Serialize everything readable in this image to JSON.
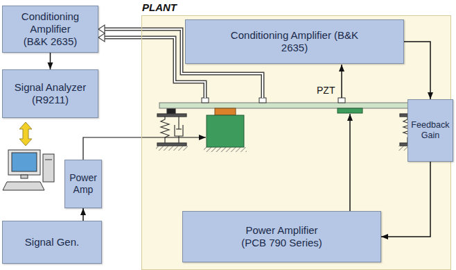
{
  "diagram": {
    "nodes": [
      {
        "text": [
          "Conditioning Amplifier (B&K 2635)"
        ]
      },
      {
        "text": [
          "PLANT"
        ]
      },
      {
        "text": [
          "Conditioning Amplifier (B&K 2635)"
        ],
        "in": 1
      },
      {
        "text": [
          "Signal Analyzer (R9211)"
        ]
      },
      {
        "text": [
          "Feedback Gain"
        ]
      },
      {
        "text": [
          "Power Amp"
        ]
      },
      {
        "text": [
          "Power Amplifier (PCB 790 Series)"
        ],
        "in": 1
      },
      {
        "text": [
          "Signal Gen."
        ]
      }
    ],
    "edges": [
      {
        "from": 0,
        "to": 3,
        "arrow": "to"
      },
      {
        "from": 7,
        "to": 5,
        "arrow": "to"
      },
      {
        "from": 2,
        "to": 4,
        "arrow": "to"
      },
      {
        "from": 4,
        "to": 6,
        "arrow": "to"
      }
    ],
    "labels": [
      "PZT"
    ]
  }
}
